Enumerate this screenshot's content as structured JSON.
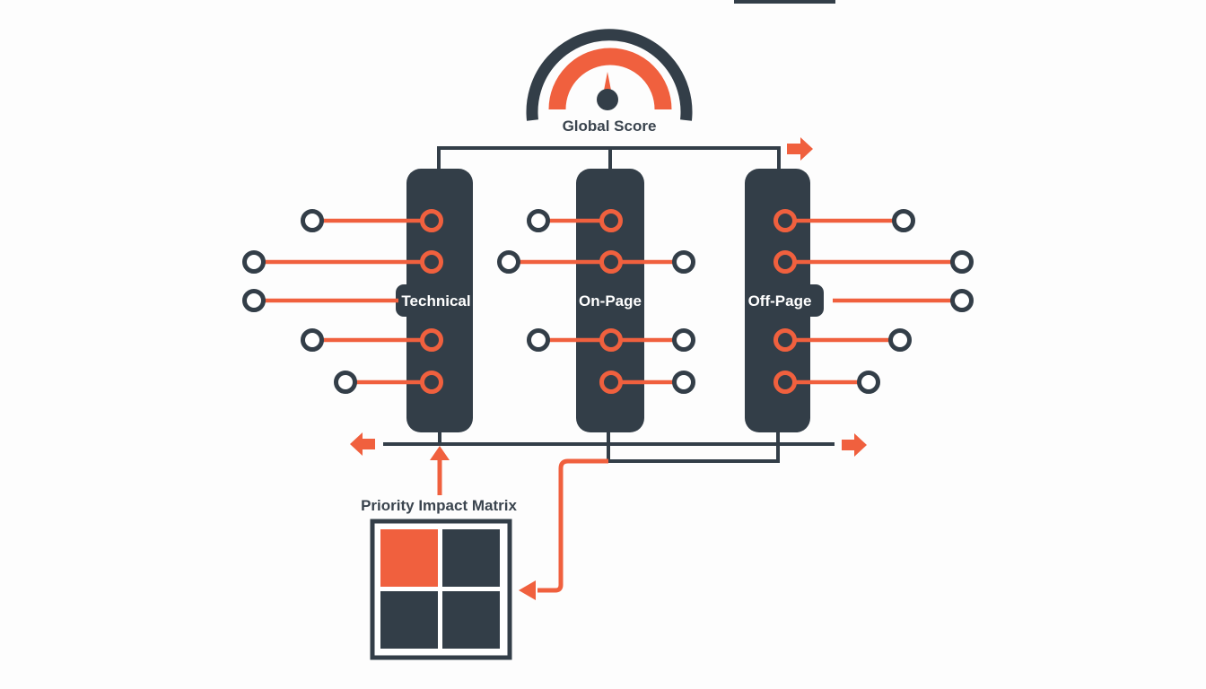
{
  "colors": {
    "dark": "#333e48",
    "orange": "#f0603e",
    "background": "#fdfdfd"
  },
  "gauge": {
    "label": "Global Score"
  },
  "pillars": [
    {
      "label": "Technical"
    },
    {
      "label": "On-Page"
    },
    {
      "label": "Off-Page"
    }
  ],
  "matrix": {
    "title": "Priority Impact Matrix"
  }
}
